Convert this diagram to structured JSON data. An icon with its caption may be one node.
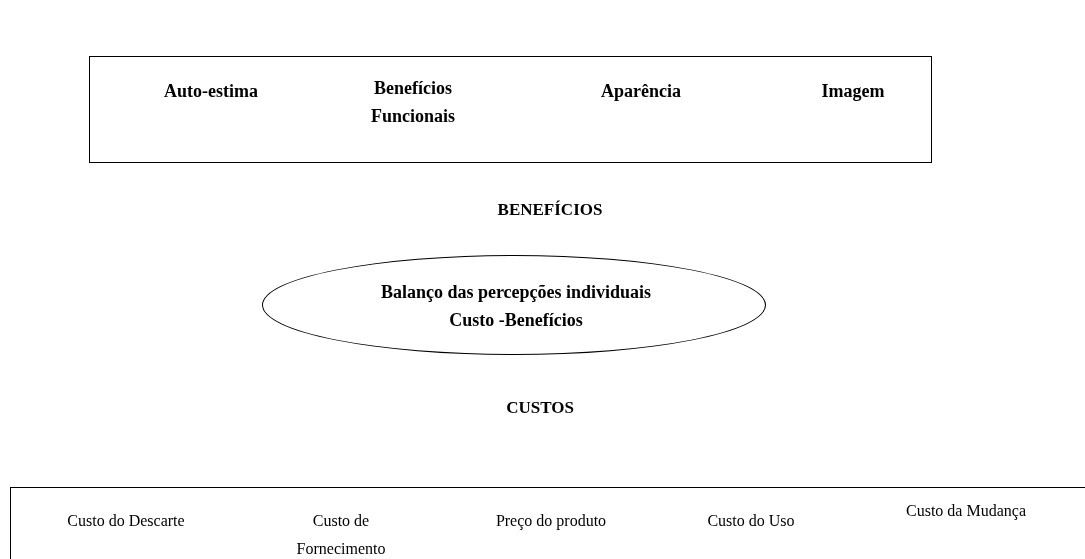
{
  "diagram": {
    "nodes": [
      {
        "text": [
          "Auto-estima",
          "Benefícios Funcionais",
          "Aparência",
          "Imagem"
        ]
      },
      {
        "text": [
          "Balanço das percepções individuais Custo -Benefícios"
        ]
      },
      {
        "text": [
          "Custo do Descarte",
          "Custo de Fornecimento",
          "Preço do produto",
          "Custo do Uso",
          "Custo da Mudança"
        ]
      }
    ],
    "edges": [],
    "labels": [
      "BENEFÍCIOS",
      "CUSTOS"
    ]
  }
}
